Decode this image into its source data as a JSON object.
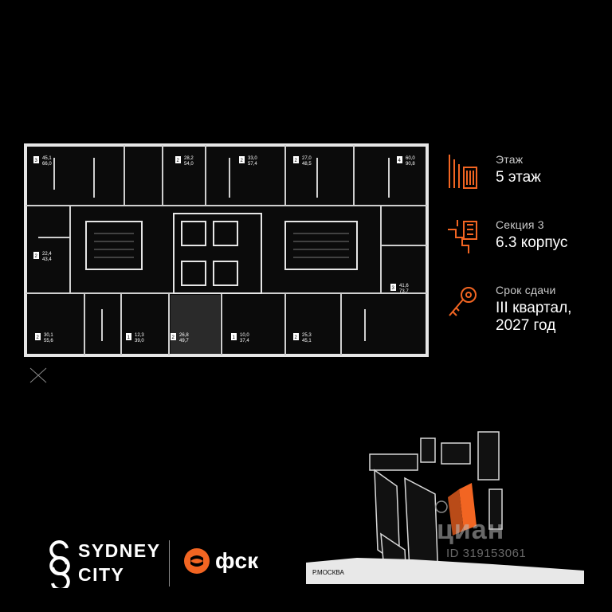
{
  "plan": {
    "apartments": [
      {
        "rooms": "3",
        "area_living": "45,1",
        "area_total": "66,0",
        "pos": "a1"
      },
      {
        "rooms": "2",
        "area_living": "28,2",
        "area_total": "54,0",
        "pos": "a2"
      },
      {
        "rooms": "2",
        "area_living": "33,0",
        "area_total": "57,4",
        "pos": "a3"
      },
      {
        "rooms": "2",
        "area_living": "27,0",
        "area_total": "48,5",
        "pos": "a4"
      },
      {
        "rooms": "4",
        "area_living": "60,0",
        "area_total": "90,8",
        "pos": "a5"
      },
      {
        "rooms": "2",
        "area_living": "22,4",
        "area_total": "43,4",
        "pos": "a6"
      },
      {
        "rooms": "3",
        "area_living": "41,6",
        "area_total": "73,7",
        "pos": "a7"
      },
      {
        "rooms": "2",
        "area_living": "30,1",
        "area_total": "55,6",
        "pos": "a8"
      },
      {
        "rooms": "1",
        "area_living": "12,3",
        "area_total": "39,0",
        "pos": "a9"
      },
      {
        "rooms": "2",
        "area_living": "26,8",
        "area_total": "49,7",
        "pos": "a10"
      },
      {
        "rooms": "1",
        "area_living": "10,0",
        "area_total": "37,4",
        "pos": "a11"
      },
      {
        "rooms": "2",
        "area_living": "25,3",
        "area_total": "45,1",
        "pos": "a12"
      }
    ]
  },
  "legend": {
    "floor_label": "Этаж",
    "floor_value": "5 этаж",
    "section_label": "Секция 3",
    "section_value": "6.3 корпус",
    "deadline_label": "Срок сдачи",
    "deadline_value": "III квартал,\n2027 год"
  },
  "brand": {
    "sydney_line1": "SYDNEY",
    "sydney_line2": "CITY",
    "fsk": "фск",
    "accent": "#f26522"
  },
  "map": {
    "river": "Р.МОСКВА"
  },
  "watermark": {
    "brand": "циан",
    "id": "ID 319153061"
  }
}
